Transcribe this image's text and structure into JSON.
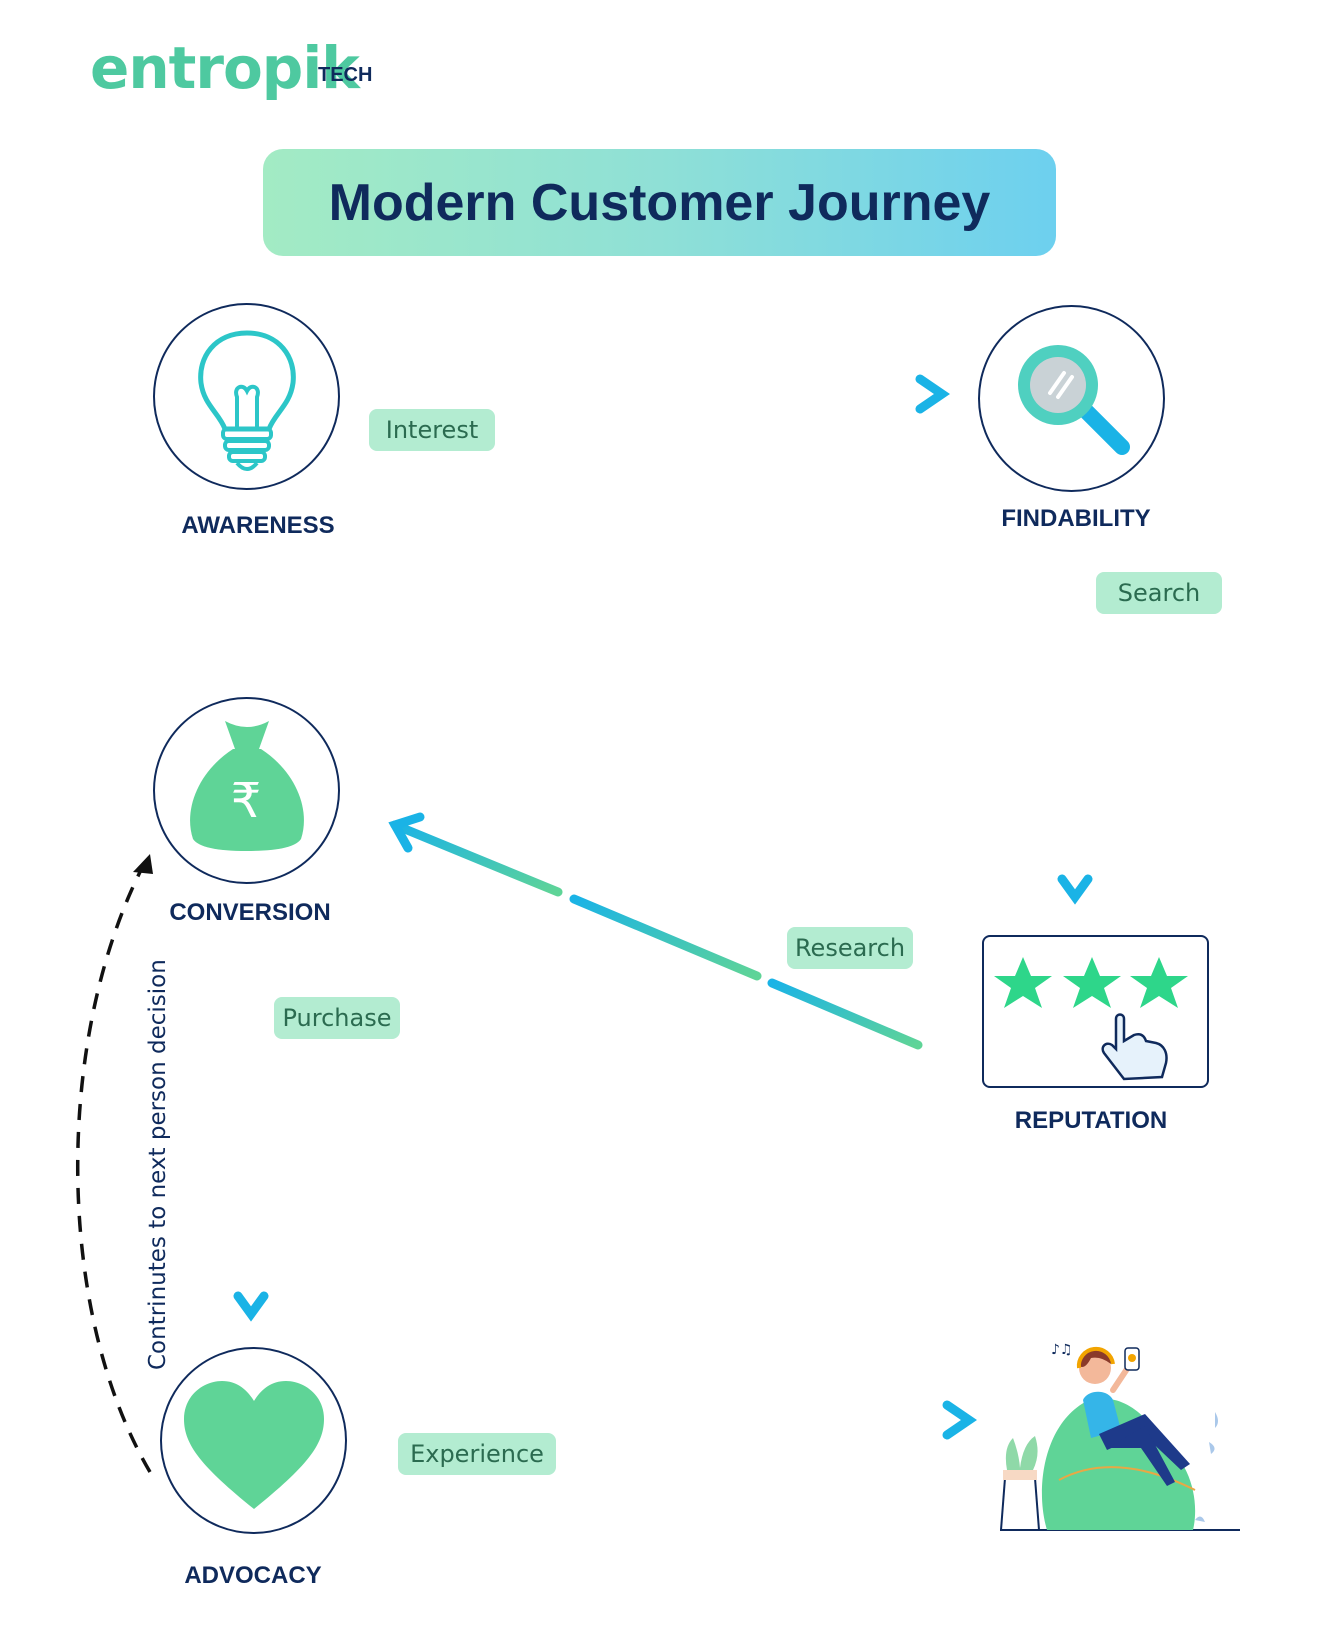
{
  "logo": {
    "main": "entropik",
    "sub": "TECH"
  },
  "title": "Modern Customer Journey",
  "stages": {
    "awareness": "AWARENESS",
    "findability": "FINDABILITY",
    "reputation": "REPUTATION",
    "conversion": "CONVERSION",
    "advocacy": "ADVOCACY"
  },
  "transitions": {
    "interest": "Interest",
    "search": "Search",
    "research": "Research",
    "purchase": "Purchase",
    "experience": "Experience"
  },
  "side_note": "Contrinutes to next person decision",
  "colors": {
    "navy": "#0f2a5c",
    "green": "#5fd497",
    "blue": "#1ab3e6",
    "pill": "#b3ecd1"
  }
}
